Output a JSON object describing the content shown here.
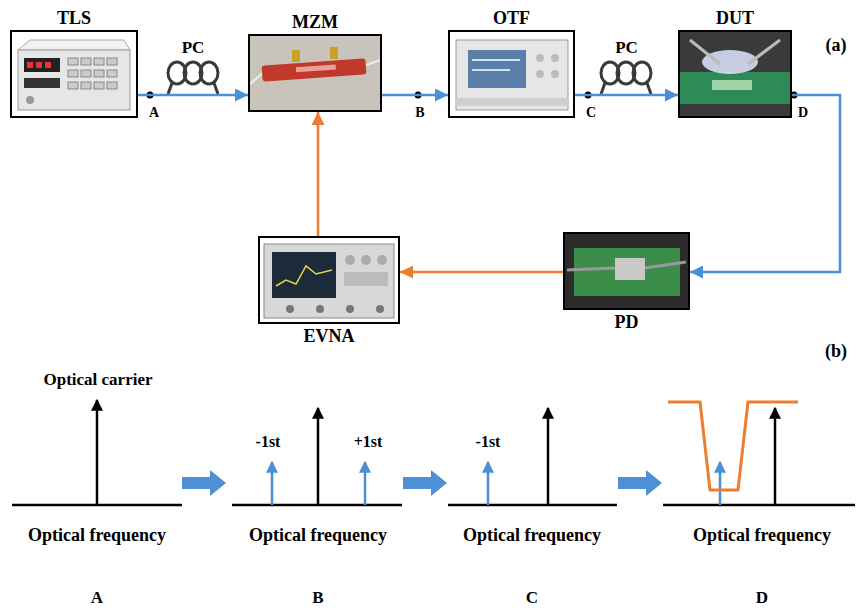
{
  "diagram": {
    "nodes": [
      {
        "text": [
          "TLS"
        ]
      },
      {
        "text": [
          "MZM"
        ]
      },
      {
        "text": [
          "OTF"
        ]
      },
      {
        "text": [
          "DUT"
        ]
      },
      {
        "text": [
          "EVNA"
        ]
      },
      {
        "text": [
          "PD"
        ]
      }
    ],
    "edges": [
      {
        "from": 0,
        "to": 1,
        "arrow": "to",
        "label": "PC"
      },
      {
        "from": 1,
        "to": 2,
        "arrow": "to"
      },
      {
        "from": 2,
        "to": 3,
        "arrow": "to",
        "label": "PC"
      },
      {
        "from": 3,
        "to": 5,
        "arrow": "to"
      },
      {
        "from": 5,
        "to": 4,
        "arrow": "to"
      },
      {
        "from": 4,
        "to": 1,
        "arrow": "to"
      }
    ],
    "labels": [
      "(a)",
      "A",
      "B",
      "C",
      "D",
      "(b)",
      "Optical carrier",
      "-1st",
      "+1st",
      "-1st",
      "Optical frequency",
      "Optical frequency",
      "Optical frequency",
      "Optical frequency",
      "A",
      "B",
      "C",
      "D"
    ]
  }
}
